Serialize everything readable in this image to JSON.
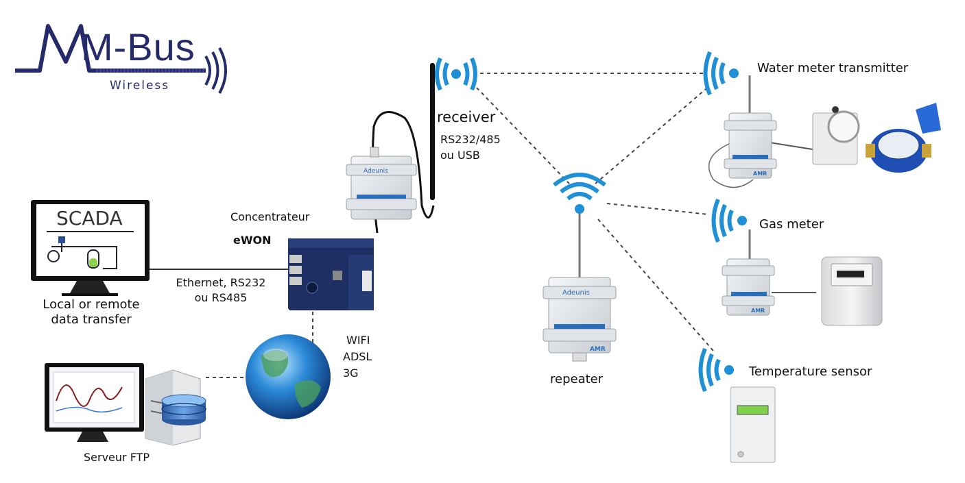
{
  "logo": {
    "main": "M-Bus",
    "sub": "Wireless"
  },
  "scada": {
    "screen_title": "SCADA",
    "label_line1": "Local or remote",
    "label_line2": "data transfer"
  },
  "ethernet": {
    "line1": "Ethernet, RS232",
    "line2": "ou RS485"
  },
  "concentrator": {
    "line1": "Concentrateur",
    "line2": "eWON"
  },
  "receiver": {
    "title": "receiver",
    "line1": "RS232/485",
    "line2": "ou USB"
  },
  "internet": {
    "line1": "WIFI",
    "line2": "ADSL",
    "line3": "3G"
  },
  "ftp": {
    "label": "Serveur FTP"
  },
  "repeater": {
    "label": "repeater"
  },
  "water": {
    "label": "Water meter transmitter"
  },
  "gas": {
    "label": "Gas meter"
  },
  "temp": {
    "label": "Temperature sensor"
  },
  "device_brand": "Adeunis",
  "device_tag": "AMR",
  "colors": {
    "logo_blue": "#252a6b",
    "wave_blue": "#1f8fd6",
    "device_stripe": "#2a6fb8",
    "lcd_green": "#7fd04a"
  }
}
